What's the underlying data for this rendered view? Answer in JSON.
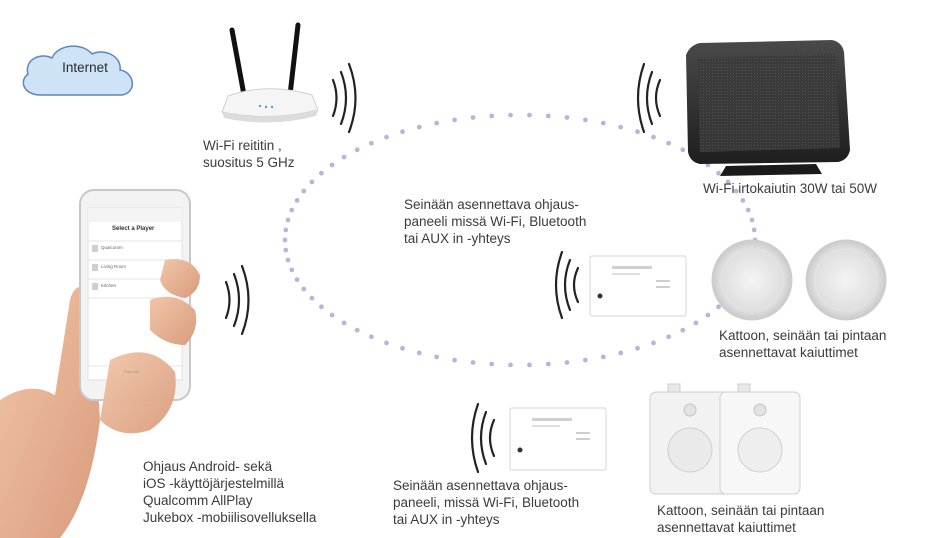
{
  "colors": {
    "cloud_fill": "#cfe3f6",
    "cloud_stroke": "#5f86b8",
    "dots": "#b9b4dc",
    "waves": "#222222",
    "text": "#3b3b3b"
  },
  "cloud": {
    "label": "Internet"
  },
  "router": {
    "label_lines": [
      "Wi-Fi reititin ,",
      "suositus 5 GHz"
    ]
  },
  "portable_speaker": {
    "label": "Wi-Fi irtokaiutin 30W tai 50W"
  },
  "panel_top": {
    "label_lines": [
      "Seinään asennettava ohjaus-",
      "paneeli missä Wi-Fi, Bluetooth",
      "tai AUX in -yhteys"
    ]
  },
  "panel_bottom": {
    "label_lines": [
      "Seinään asennettava ohjaus-",
      "paneeli, missä Wi-Fi, Bluetooth",
      "tai AUX in -yhteys"
    ]
  },
  "ceiling_speakers": {
    "label_lines": [
      "Kattoon, seinään tai pintaan",
      "asennettavat kaiuttimet"
    ]
  },
  "wall_speakers": {
    "label_lines": [
      "Kattoon, seinään tai pintaan",
      "asennettavat kaiuttimet"
    ]
  },
  "phone": {
    "label_lines": [
      "Ohjaus Android- sekä",
      "iOS -käyttöjärjestelmillä",
      "Qualcomm AllPlay",
      "Jukebox -mobiilisovelluksella"
    ],
    "screen": {
      "title": "Select a Player",
      "rows": [
        "Qualcomm",
        "Living Room",
        "Kitchen"
      ],
      "footer": "Player All"
    }
  },
  "icons": [
    "cloud-icon",
    "router-icon",
    "speaker-icon",
    "control-panel-icon",
    "ceiling-speaker-icon",
    "wall-speaker-icon",
    "smartphone-icon",
    "wifi-waves-icon"
  ]
}
